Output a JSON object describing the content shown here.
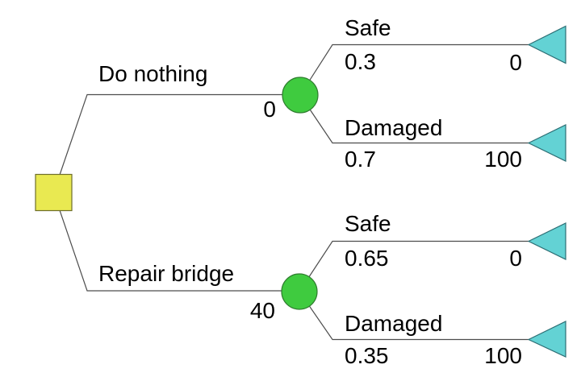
{
  "diagram": {
    "type": "decision-tree",
    "background": "#ffffff",
    "colors": {
      "decision_node_fill": "#e9e951",
      "chance_node_fill": "#3fcb3f",
      "terminal_node_fill": "#63d2d4",
      "branch_line": "#4d4d4d",
      "text": "#000000"
    },
    "node_shapes": {
      "decision": "yellow-square",
      "chance": "green-circle",
      "terminal": "cyan-left-triangle"
    }
  },
  "tree": {
    "decision_branches": [
      {
        "label": "Do nothing",
        "cost": "0",
        "outcomes": [
          {
            "label": "Safe",
            "probability": "0.3",
            "payoff": "0"
          },
          {
            "label": "Damaged",
            "probability": "0.7",
            "payoff": "100"
          }
        ]
      },
      {
        "label": "Repair bridge",
        "cost": "40",
        "outcomes": [
          {
            "label": "Safe",
            "probability": "0.65",
            "payoff": "0"
          },
          {
            "label": "Damaged",
            "probability": "0.35",
            "payoff": "100"
          }
        ]
      }
    ]
  }
}
